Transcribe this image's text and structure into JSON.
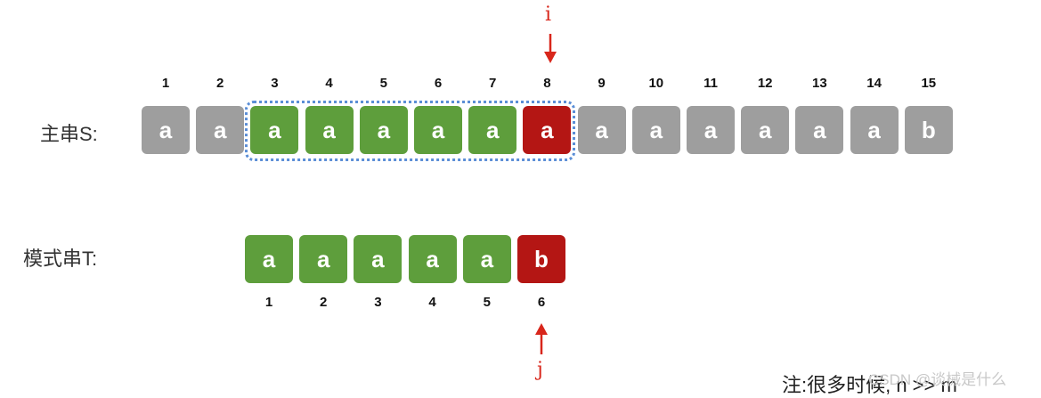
{
  "colors": {
    "gray": "#9e9e9e",
    "green": "#5e9e3c",
    "red": "#b41614",
    "pointer": "#d8261b",
    "highlight_border": "#5b8ed6"
  },
  "pointers": {
    "i": "i",
    "j": "j"
  },
  "main": {
    "label": "主串S:",
    "cells": [
      {
        "idx": "1",
        "char": "a",
        "state": "gray"
      },
      {
        "idx": "2",
        "char": "a",
        "state": "gray"
      },
      {
        "idx": "3",
        "char": "a",
        "state": "green"
      },
      {
        "idx": "4",
        "char": "a",
        "state": "green"
      },
      {
        "idx": "5",
        "char": "a",
        "state": "green"
      },
      {
        "idx": "6",
        "char": "a",
        "state": "green"
      },
      {
        "idx": "7",
        "char": "a",
        "state": "green"
      },
      {
        "idx": "8",
        "char": "a",
        "state": "red"
      },
      {
        "idx": "9",
        "char": "a",
        "state": "gray"
      },
      {
        "idx": "10",
        "char": "a",
        "state": "gray"
      },
      {
        "idx": "11",
        "char": "a",
        "state": "gray"
      },
      {
        "idx": "12",
        "char": "a",
        "state": "gray"
      },
      {
        "idx": "13",
        "char": "a",
        "state": "gray"
      },
      {
        "idx": "14",
        "char": "a",
        "state": "gray"
      },
      {
        "idx": "15",
        "char": "b",
        "state": "gray"
      }
    ]
  },
  "pattern": {
    "label": "模式串T:",
    "cells": [
      {
        "idx": "1",
        "char": "a",
        "state": "green"
      },
      {
        "idx": "2",
        "char": "a",
        "state": "green"
      },
      {
        "idx": "3",
        "char": "a",
        "state": "green"
      },
      {
        "idx": "4",
        "char": "a",
        "state": "green"
      },
      {
        "idx": "5",
        "char": "a",
        "state": "green"
      },
      {
        "idx": "6",
        "char": "b",
        "state": "red"
      }
    ]
  },
  "note": "注:很多时候, n >> m",
  "watermark": "CSDN @谈械是什么"
}
